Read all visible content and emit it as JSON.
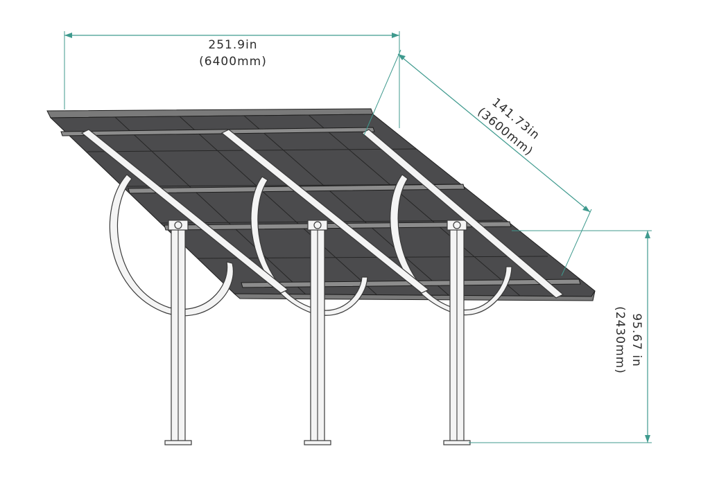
{
  "colors": {
    "dimension_line": "#3f9a8e",
    "panel": "#4b4b4d",
    "steel": "#f4f4f4",
    "outline": "#3a3a3a"
  },
  "dimensions": {
    "width": {
      "imperial": "251.9in",
      "metric": "(6400mm)"
    },
    "depth": {
      "imperial": "141.73in",
      "metric": "(3600mm)"
    },
    "height": {
      "imperial": "95.67 in",
      "metric": "(2430mm)"
    }
  }
}
